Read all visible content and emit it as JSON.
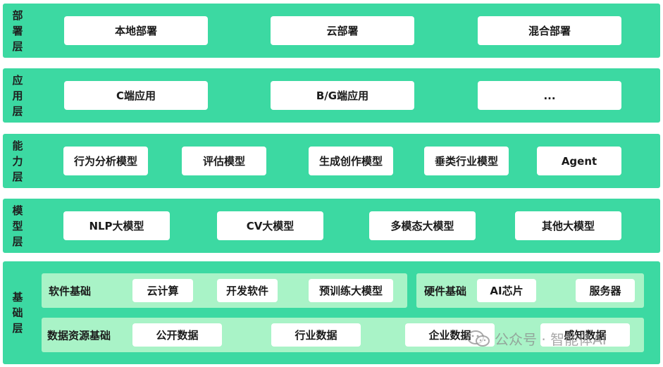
{
  "layers": {
    "deploy": {
      "label": "部\n署\n层",
      "items": [
        "本地部署",
        "云部署",
        "混合部署"
      ]
    },
    "app": {
      "label": "应\n用\n层",
      "items": [
        "C端应用",
        "B/G端应用",
        "..."
      ]
    },
    "capability": {
      "label": "能\n力\n层",
      "items": [
        "行为分析模型",
        "评估模型",
        "生成创作模型",
        "垂类行业模型",
        "Agent"
      ]
    },
    "model": {
      "label": "模\n型\n层",
      "items": [
        "NLP大模型",
        "CV大模型",
        "多模态大模型",
        "其他大模型"
      ]
    },
    "base": {
      "label": "基\n础\n层",
      "software": {
        "label": "软件基础",
        "items": [
          "云计算",
          "开发软件",
          "预训练大模型"
        ]
      },
      "hardware": {
        "label": "硬件基础",
        "items": [
          "AI芯片",
          "服务器"
        ]
      },
      "data": {
        "label": "数据资源基础",
        "items": [
          "公开数据",
          "行业数据",
          "企业数据",
          "感知数据"
        ]
      }
    }
  },
  "watermark": {
    "text": "公众号 · 智能体AI",
    "icon": "wechat-icon"
  },
  "colors": {
    "layer": "#3cd9a2",
    "sublayer": "#a9f3c7",
    "box": "#ffffff"
  }
}
